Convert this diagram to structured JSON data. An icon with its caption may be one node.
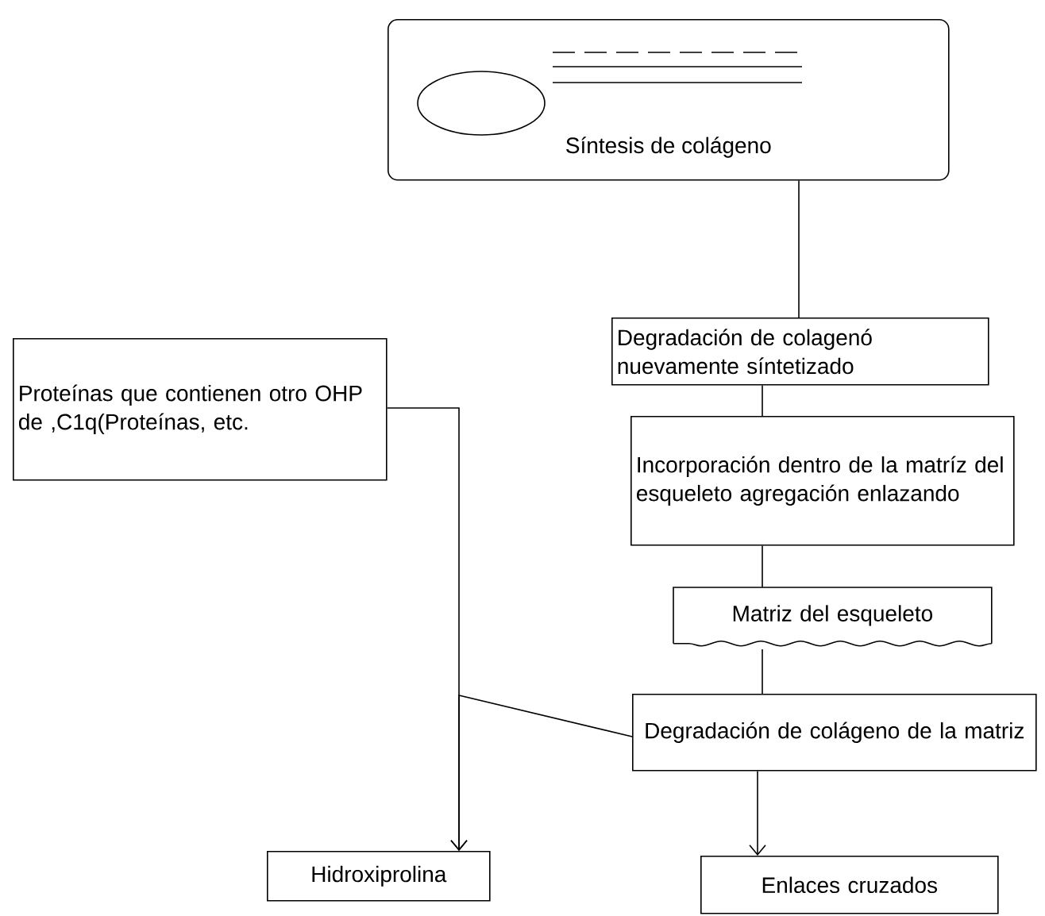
{
  "diagram": {
    "nodes": [
      {
        "text": [
          "Síntesis de colágeno"
        ]
      },
      {
        "text": [
          "Degradación de colagenó nuevamente síntetizado"
        ]
      },
      {
        "text": [
          "Proteínas que contienen otro OHP de ,C1q(Proteínas, etc."
        ]
      },
      {
        "text": [
          "Incorporación dentro de la matríz del esqueleto agregación enlazando"
        ]
      },
      {
        "text": [
          "Matriz del esqueleto"
        ]
      },
      {
        "text": [
          "Degradación de colágeno de la matriz"
        ]
      },
      {
        "text": [
          "Hidroxiprolina"
        ]
      },
      {
        "text": [
          "Enlaces cruzados"
        ]
      }
    ],
    "edges": [
      {
        "from": 0,
        "to": 1,
        "arrow": "none"
      },
      {
        "from": 1,
        "to": 3,
        "arrow": "none"
      },
      {
        "from": 3,
        "to": 4,
        "arrow": "none"
      },
      {
        "from": 4,
        "to": 5,
        "arrow": "none"
      },
      {
        "from": 2,
        "to": 6,
        "arrow": "to"
      },
      {
        "from": 5,
        "to": 6,
        "arrow": "to"
      },
      {
        "from": 5,
        "to": 7,
        "arrow": "to"
      }
    ]
  }
}
